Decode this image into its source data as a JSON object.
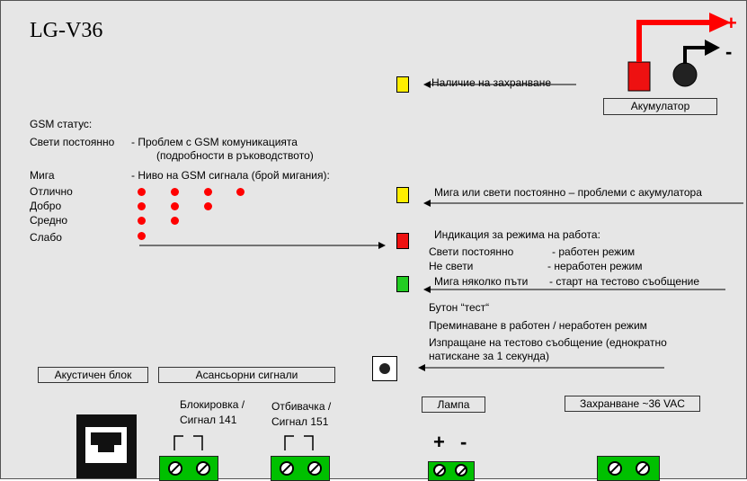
{
  "title": "LG-V36",
  "polarity": {
    "plus": "+",
    "minus": "-"
  },
  "battery_box": "Акумулатор",
  "power_indicator": "Наличие на захранване",
  "gsm": {
    "heading": "GSM статус:",
    "steady_label": "Свети постоянно",
    "steady_desc1": "- Проблем с GSM комуникацията",
    "steady_desc2": "(подробности в ръководството)",
    "blink_label": "Мига",
    "blink_desc": "- Ниво на GSM сигнала (брой мигания):",
    "levels": [
      {
        "label": "Отлично",
        "blinks": 4
      },
      {
        "label": "Добро",
        "blinks": 3
      },
      {
        "label": "Средно",
        "blinks": 2
      },
      {
        "label": "Слабо",
        "blinks": 1
      }
    ]
  },
  "battery_problem": "Мига или свети постоянно – проблеми с акумулатора",
  "mode": {
    "heading": "Индикация за режима на работа:",
    "rows": [
      {
        "state": "Свети постоянно",
        "desc": "- работен режим"
      },
      {
        "state": "Не свети",
        "desc": "- неработен режим"
      },
      {
        "state": "Мига няколко пъти",
        "desc": "- старт на тестово съобщение"
      }
    ]
  },
  "test_button": {
    "heading": "Бутон “тест“",
    "line1": "Преминаване в работен / неработен режим",
    "line2": "Изпращане на тестово съобщение (еднократно",
    "line3": "натискане за 1 секунда)"
  },
  "boxes": {
    "acoustic": "Акустичен блок",
    "elevator": "Асансьорни сигнали",
    "lamp": "Лампа",
    "supply": "Захранване ~36 VAC"
  },
  "blocking": {
    "line1": "Блокировка /",
    "line2": "Сигнал 141"
  },
  "reject": {
    "line1": "Отбивачка /",
    "line2": "Сигнал 151"
  },
  "lamp_polarity": {
    "plus": "+",
    "minus": "-"
  },
  "colors": {
    "yellow": "#ffee00",
    "red": "#ee1111",
    "green": "#22cc22",
    "terminal": "#00c000",
    "arrow": "#ff0000"
  }
}
